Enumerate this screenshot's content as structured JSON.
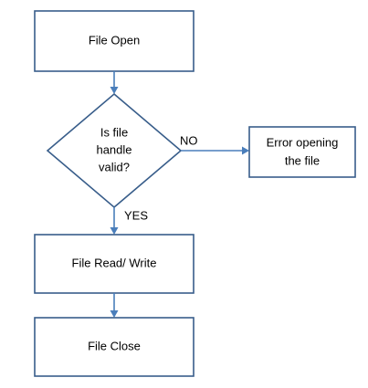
{
  "nodes": {
    "file_open": {
      "label": "File Open"
    },
    "decision": {
      "line1": "Is file",
      "line2": "handle",
      "line3": "valid?"
    },
    "error": {
      "line1": "Error opening",
      "line2": "the file"
    },
    "read_write": {
      "label": "File Read/ Write"
    },
    "file_close": {
      "label": "File Close"
    }
  },
  "edges": {
    "no_label": "NO",
    "yes_label": "YES"
  },
  "colors": {
    "border": "#385d8a",
    "connector": "#4a7ebb",
    "fill": "#ffffff",
    "text": "#000000"
  }
}
